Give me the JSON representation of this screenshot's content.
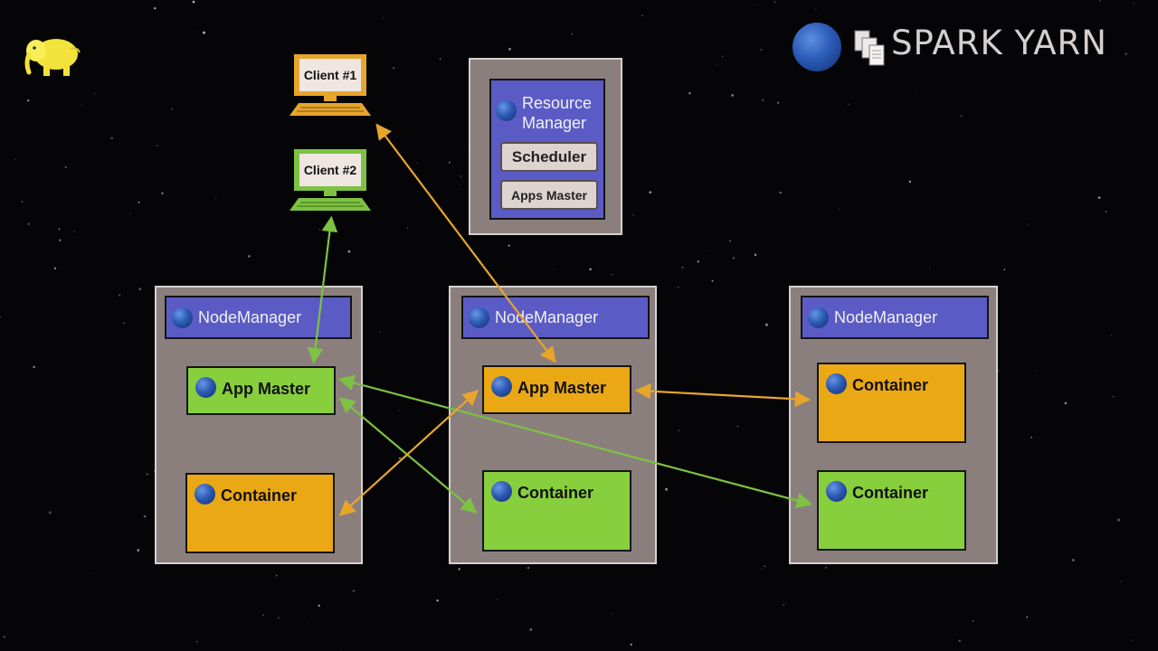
{
  "title": "SPARK YARN",
  "icons": {
    "elephant": "hadoop-elephant-icon",
    "globe": "globe-icon",
    "documents": "documents-icon"
  },
  "colors": {
    "node_bg": "#8b7f7e",
    "nodemanager_bar": "#5b5bc6",
    "green_box": "#88cf3e",
    "orange_box": "#eba815",
    "green_arrow": "#7dc242",
    "orange_arrow": "#e8a52c"
  },
  "clients": [
    {
      "label": "Client #1",
      "color": "orange"
    },
    {
      "label": "Client #2",
      "color": "green"
    }
  ],
  "resource_manager": {
    "title_line1": "Resource",
    "title_line2": "Manager",
    "scheduler": "Scheduler",
    "apps_master": "Apps Master"
  },
  "nodes": [
    {
      "manager": "NodeManager",
      "boxes": [
        {
          "label": "App Master",
          "color": "green"
        },
        {
          "label": "Container",
          "color": "orange"
        }
      ]
    },
    {
      "manager": "NodeManager",
      "boxes": [
        {
          "label": "App Master",
          "color": "orange"
        },
        {
          "label": "Container",
          "color": "green"
        }
      ]
    },
    {
      "manager": "NodeManager",
      "boxes": [
        {
          "label": "Container",
          "color": "orange"
        },
        {
          "label": "Container",
          "color": "green"
        }
      ]
    }
  ]
}
